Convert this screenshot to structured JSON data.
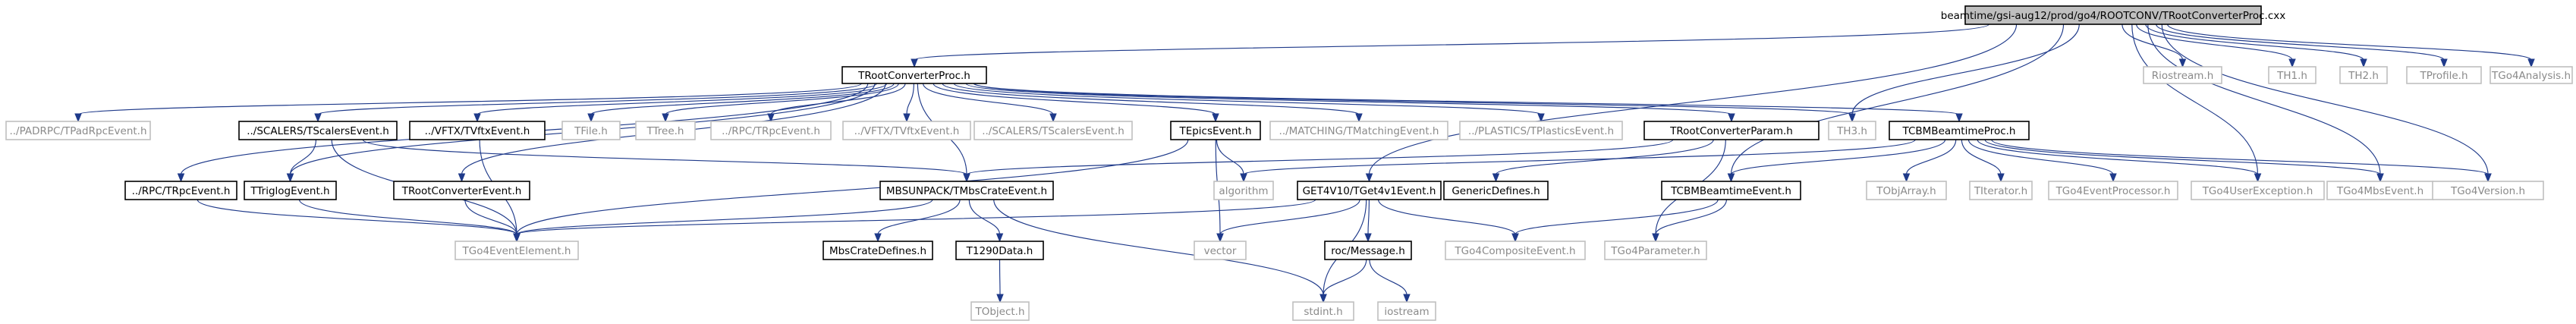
{
  "diagram": {
    "nodes": [
      {
        "id": "root",
        "label": "beamtime/gsi-aug12/prod/go4/ROOTCONV/TRootConverterProc.cxx",
        "kind": "root"
      },
      {
        "id": "proc_h",
        "label": "TRootConverterProc.h",
        "kind": "doc"
      },
      {
        "id": "riostream",
        "label": "Riostream.h",
        "kind": "ext"
      },
      {
        "id": "th1",
        "label": "TH1.h",
        "kind": "ext"
      },
      {
        "id": "th2",
        "label": "TH2.h",
        "kind": "ext"
      },
      {
        "id": "tprofile",
        "label": "TProfile.h",
        "kind": "ext"
      },
      {
        "id": "tgo4analysis",
        "label": "TGo4Analysis.h",
        "kind": "ext"
      },
      {
        "id": "padrpc",
        "label": "../PADRPC/TPadRpcEvent.h",
        "kind": "ext"
      },
      {
        "id": "scalers_doc",
        "label": "../SCALERS/TScalersEvent.h",
        "kind": "doc"
      },
      {
        "id": "vftx_doc",
        "label": "../VFTX/TVftxEvent.h",
        "kind": "doc"
      },
      {
        "id": "tfile",
        "label": "TFile.h",
        "kind": "ext"
      },
      {
        "id": "ttree",
        "label": "TTree.h",
        "kind": "ext"
      },
      {
        "id": "rpc_ext",
        "label": "../RPC/TRpcEvent.h",
        "kind": "ext"
      },
      {
        "id": "vftx_ext",
        "label": "../VFTX/TVftxEvent.h",
        "kind": "ext"
      },
      {
        "id": "scalers_ext",
        "label": "../SCALERS/TScalersEvent.h",
        "kind": "ext"
      },
      {
        "id": "tepics",
        "label": "TEpicsEvent.h",
        "kind": "doc"
      },
      {
        "id": "matching",
        "label": "../MATCHING/TMatchingEvent.h",
        "kind": "ext"
      },
      {
        "id": "plastics",
        "label": "../PLASTICS/TPlasticsEvent.h",
        "kind": "ext"
      },
      {
        "id": "th3",
        "label": "TH3.h",
        "kind": "ext"
      },
      {
        "id": "param",
        "label": "TRootConverterParam.h",
        "kind": "doc"
      },
      {
        "id": "bmproc",
        "label": "TCBMBeamtimeProc.h",
        "kind": "doc"
      },
      {
        "id": "rpc_doc",
        "label": "../RPC/TRpcEvent.h",
        "kind": "doc"
      },
      {
        "id": "triglog",
        "label": "TTriglogEvent.h",
        "kind": "doc"
      },
      {
        "id": "convevent",
        "label": "TRootConverterEvent.h",
        "kind": "doc"
      },
      {
        "id": "mbscrate",
        "label": "MBSUNPACK/TMbsCrateEvent.h",
        "kind": "doc"
      },
      {
        "id": "algorithm",
        "label": "algorithm",
        "kind": "ext"
      },
      {
        "id": "get4",
        "label": "GET4V10/TGet4v1Event.h",
        "kind": "doc"
      },
      {
        "id": "genericdef",
        "label": "GenericDefines.h",
        "kind": "doc"
      },
      {
        "id": "bmevent",
        "label": "TCBMBeamtimeEvent.h",
        "kind": "doc"
      },
      {
        "id": "tobjarray",
        "label": "TObjArray.h",
        "kind": "ext"
      },
      {
        "id": "titerator",
        "label": "TIterator.h",
        "kind": "ext"
      },
      {
        "id": "evproc",
        "label": "TGo4EventProcessor.h",
        "kind": "ext"
      },
      {
        "id": "userexc",
        "label": "TGo4UserException.h",
        "kind": "ext"
      },
      {
        "id": "mbsevent",
        "label": "TGo4MbsEvent.h",
        "kind": "ext"
      },
      {
        "id": "version",
        "label": "TGo4Version.h",
        "kind": "ext"
      },
      {
        "id": "evelem",
        "label": "TGo4EventElement.h",
        "kind": "ext"
      },
      {
        "id": "mbsdef",
        "label": "MbsCrateDefines.h",
        "kind": "doc"
      },
      {
        "id": "t1290",
        "label": "T1290Data.h",
        "kind": "doc"
      },
      {
        "id": "vector",
        "label": "vector",
        "kind": "ext"
      },
      {
        "id": "rocmsg",
        "label": "roc/Message.h",
        "kind": "doc"
      },
      {
        "id": "composite",
        "label": "TGo4CompositeEvent.h",
        "kind": "ext"
      },
      {
        "id": "go4param",
        "label": "TGo4Parameter.h",
        "kind": "ext"
      },
      {
        "id": "tobject",
        "label": "TObject.h",
        "kind": "ext"
      },
      {
        "id": "stdint",
        "label": "stdint.h",
        "kind": "ext"
      },
      {
        "id": "iostream",
        "label": "iostream",
        "kind": "ext"
      }
    ],
    "edges": [
      [
        "root",
        "proc_h"
      ],
      [
        "root",
        "riostream"
      ],
      [
        "root",
        "th1"
      ],
      [
        "root",
        "th2"
      ],
      [
        "root",
        "tprofile"
      ],
      [
        "root",
        "tgo4analysis"
      ],
      [
        "root",
        "th3"
      ],
      [
        "root",
        "get4"
      ],
      [
        "root",
        "bmevent"
      ],
      [
        "root",
        "userexc"
      ],
      [
        "root",
        "mbsevent"
      ],
      [
        "root",
        "version"
      ],
      [
        "proc_h",
        "padrpc"
      ],
      [
        "proc_h",
        "scalers_doc"
      ],
      [
        "proc_h",
        "vftx_doc"
      ],
      [
        "proc_h",
        "tfile"
      ],
      [
        "proc_h",
        "ttree"
      ],
      [
        "proc_h",
        "rpc_ext"
      ],
      [
        "proc_h",
        "vftx_ext"
      ],
      [
        "proc_h",
        "scalers_ext"
      ],
      [
        "proc_h",
        "tepics"
      ],
      [
        "proc_h",
        "matching"
      ],
      [
        "proc_h",
        "plastics"
      ],
      [
        "proc_h",
        "th3"
      ],
      [
        "proc_h",
        "param"
      ],
      [
        "proc_h",
        "bmproc"
      ],
      [
        "proc_h",
        "rpc_doc"
      ],
      [
        "proc_h",
        "triglog"
      ],
      [
        "proc_h",
        "convevent"
      ],
      [
        "proc_h",
        "mbscrate"
      ],
      [
        "scalers_doc",
        "triglog"
      ],
      [
        "scalers_doc",
        "mbscrate"
      ],
      [
        "scalers_doc",
        "evelem"
      ],
      [
        "vftx_doc",
        "evelem"
      ],
      [
        "tepics",
        "algorithm"
      ],
      [
        "tepics",
        "vector"
      ],
      [
        "tepics",
        "evelem"
      ],
      [
        "param",
        "mbscrate"
      ],
      [
        "param",
        "genericdef"
      ],
      [
        "param",
        "go4param"
      ],
      [
        "bmproc",
        "algorithm"
      ],
      [
        "bmproc",
        "bmevent"
      ],
      [
        "bmproc",
        "tobjarray"
      ],
      [
        "bmproc",
        "titerator"
      ],
      [
        "bmproc",
        "evproc"
      ],
      [
        "bmproc",
        "userexc"
      ],
      [
        "bmproc",
        "mbsevent"
      ],
      [
        "bmproc",
        "version"
      ],
      [
        "rpc_doc",
        "evelem"
      ],
      [
        "triglog",
        "evelem"
      ],
      [
        "convevent",
        "evelem"
      ],
      [
        "mbscrate",
        "evelem"
      ],
      [
        "mbscrate",
        "mbsdef"
      ],
      [
        "mbscrate",
        "t1290"
      ],
      [
        "mbscrate",
        "stdint"
      ],
      [
        "get4",
        "evelem"
      ],
      [
        "get4",
        "vector"
      ],
      [
        "get4",
        "rocmsg"
      ],
      [
        "get4",
        "stdint"
      ],
      [
        "get4",
        "composite"
      ],
      [
        "bmevent",
        "composite"
      ],
      [
        "bmevent",
        "go4param"
      ],
      [
        "t1290",
        "tobject"
      ],
      [
        "rocmsg",
        "stdint"
      ],
      [
        "rocmsg",
        "iostream"
      ]
    ]
  }
}
